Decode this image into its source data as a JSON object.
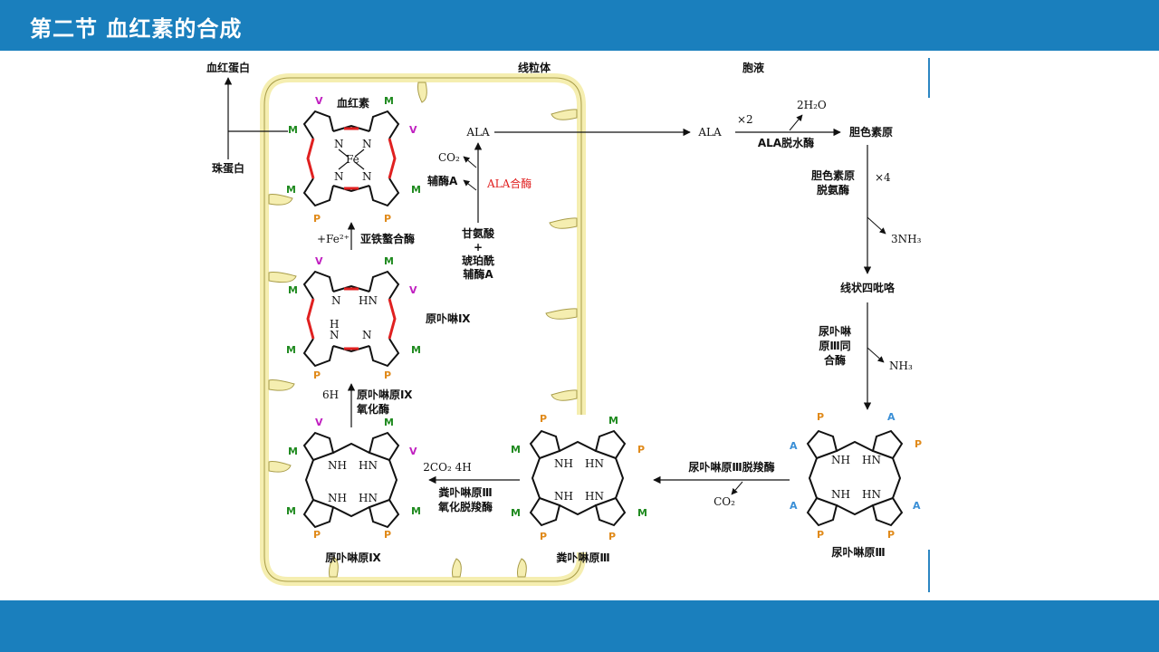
{
  "header": {
    "title": "第二节 血红素的合成"
  },
  "colors": {
    "bar": "#1a7fbd",
    "membrane": "#f5eeb0",
    "membrane_edge": "#a89c48",
    "M": "#1f8a1f",
    "V": "#c020c0",
    "P": "#e08a1a",
    "A": "#3a8fd6",
    "bond": "#e02020",
    "enzyme_red": "#e02020"
  },
  "diagram": {
    "compartments": {
      "mito": "线粒体",
      "cytosol": "胞液"
    },
    "left": {
      "hemoglobin": "血红蛋白",
      "globin": "珠蛋白"
    },
    "mito": {
      "heme_label": "血红素",
      "fe": "Fe",
      "ala": "ALA",
      "co2": "CO₂",
      "coa": "辅酶A",
      "ala_synthase": "ALA合酶",
      "substrate_1": "甘氨酸",
      "plus": "+",
      "substrate_2": "琥珀酰",
      "substrate_3": "辅酶A",
      "fe_add": "+Fe²⁺",
      "ferrochelatase": "亚铁螯合酶",
      "protoporphyrin": "原卟啉Ⅸ",
      "six_h": "6H",
      "ppgen_oxidase_1": "原卟啉原Ⅸ",
      "ppgen_oxidase_2": "氧化酶",
      "protoporphyrinogen": "原卟啉原Ⅸ",
      "co2_4h": "2CO₂ 4H",
      "cpgen_oxidase_1": "粪卟啉原Ⅲ",
      "cpgen_oxidase_2": "氧化脱羧酶",
      "coproporphyrinogen": "粪卟啉原Ⅲ"
    },
    "cyto": {
      "ala": "ALA",
      "x2": "×2",
      "h2o": "2H₂O",
      "ala_dehydratase": "ALA脱水酶",
      "pbg": "胆色素原",
      "pbg_deaminase_1": "胆色素原",
      "pbg_deaminase_2": "脱氨酶",
      "x4": "×4",
      "nh3_3": "3NH₃",
      "linear_tetrapyrrole": "线状四吡咯",
      "uro_synth_1": "尿卟啉",
      "uro_synth_2": "原Ⅲ同",
      "uro_synth_3": "合酶",
      "nh3": "NH₃",
      "uroporphyrinogen": "尿卟啉原Ⅲ",
      "uro_decarboxylase": "尿卟啉原Ⅲ脱羧酶",
      "co2": "CO₂"
    },
    "ring_text": {
      "N": "N",
      "NH": "NH",
      "HN": "HN",
      "H": "H",
      "M": "M",
      "V": "V",
      "P": "P",
      "A": "A"
    }
  }
}
